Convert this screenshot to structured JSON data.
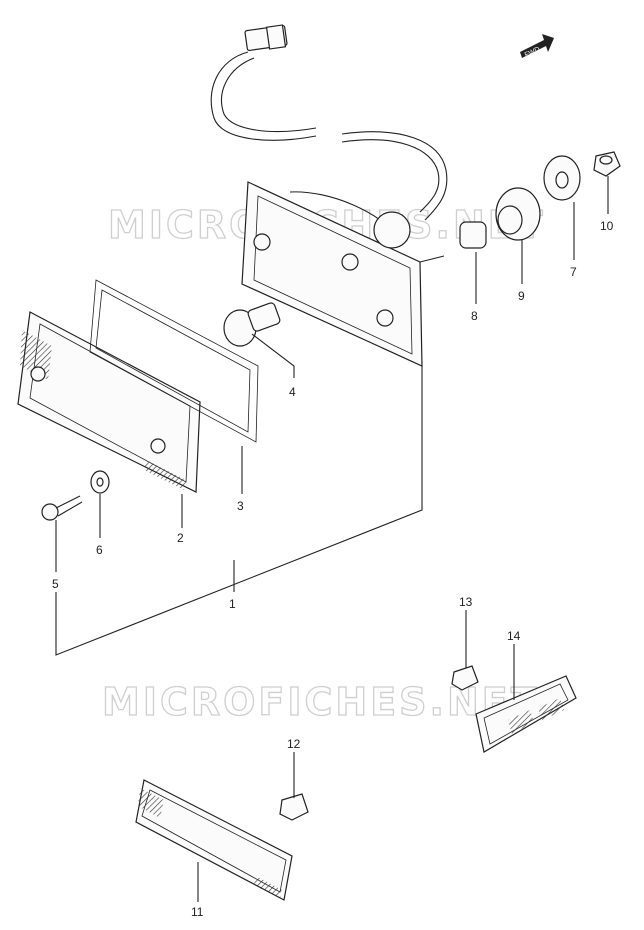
{
  "watermark": "MICROFICHES.NET",
  "fwd_label": "FWD",
  "callouts": [
    "1",
    "2",
    "3",
    "4",
    "5",
    "6",
    "7",
    "8",
    "9",
    "10",
    "11",
    "12",
    "13",
    "14"
  ]
}
